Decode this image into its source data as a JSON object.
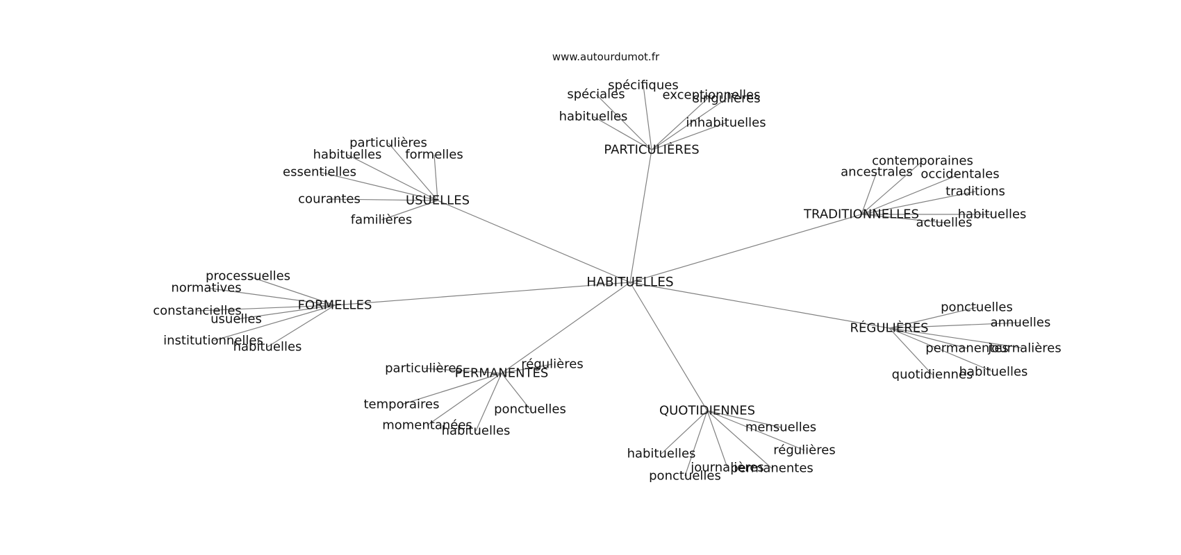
{
  "site_url": "www.autourdumot.fr",
  "colors": {
    "edge": "#808080",
    "text": "#111111",
    "background": "#ffffff"
  },
  "graph": {
    "center": "HABITUELLES",
    "clusters": [
      {
        "id": "particulieres",
        "label": "PARTICULIÈRES",
        "children": [
          "spécifiques",
          "spéciales",
          "exceptionnelles",
          "singulières",
          "habituelles",
          "inhabituelles"
        ]
      },
      {
        "id": "usuelles",
        "label": "USUELLES",
        "children": [
          "particulières",
          "habituelles",
          "formelles",
          "essentielles",
          "courantes",
          "familières"
        ]
      },
      {
        "id": "traditionnelles",
        "label": "TRADITIONNELLES",
        "children": [
          "contemporaines",
          "ancestrales",
          "occidentales",
          "traditions",
          "habituelles",
          "actuelles"
        ]
      },
      {
        "id": "formelles",
        "label": "FORMELLES",
        "children": [
          "processuelles",
          "normatives",
          "constancielles",
          "usuelles",
          "institutionnelles",
          "habituelles"
        ]
      },
      {
        "id": "regulieres",
        "label": "RÉGULIÈRES",
        "children": [
          "ponctuelles",
          "annuelles",
          "permanentes",
          "journalières",
          "habituelles",
          "quotidiennes"
        ]
      },
      {
        "id": "permanentes",
        "label": "PERMANENTES",
        "children": [
          "particulières",
          "régulières",
          "temporaires",
          "ponctuelles",
          "momentanées",
          "habituelles"
        ]
      },
      {
        "id": "quotidiennes",
        "label": "QUOTIDIENNES",
        "children": [
          "mensuelles",
          "régulières",
          "habituelles",
          "journalières",
          "permanentes",
          "ponctuelles"
        ]
      }
    ]
  }
}
